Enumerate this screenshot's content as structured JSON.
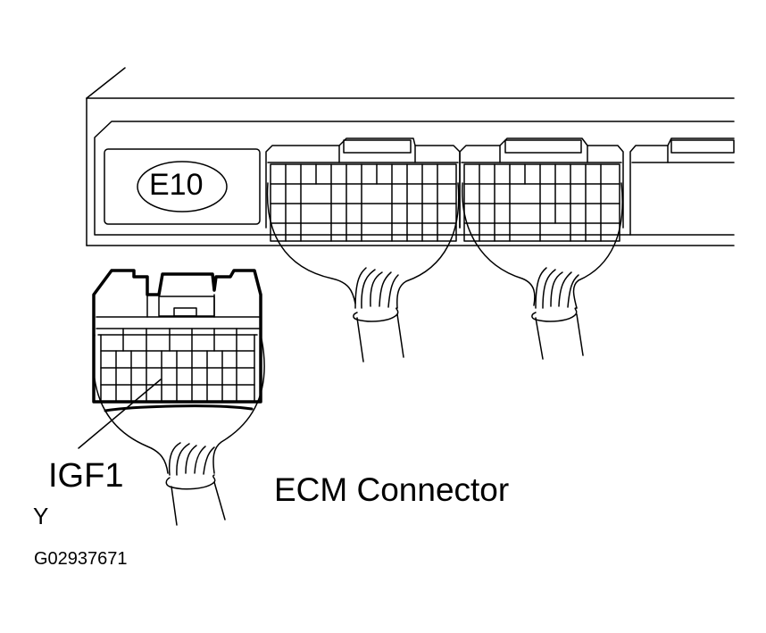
{
  "ecm_label": "ECM Connector",
  "connector_code": "E10",
  "terminal_label": "IGF1",
  "wire_color": "Y",
  "figure_id": "G02937671",
  "colors": {
    "line": "#000000",
    "background": "#ffffff"
  }
}
